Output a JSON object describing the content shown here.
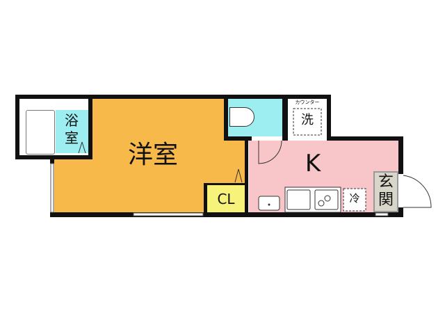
{
  "rooms": {
    "western": {
      "label": "洋室",
      "color": "#f7b94a"
    },
    "bath": {
      "label_line1": "浴",
      "label_line2": "室",
      "color": "#9ceef0"
    },
    "closet": {
      "label": "CL",
      "color": "#f6f27a"
    },
    "toilet": {
      "color": "#9ceef0"
    },
    "kitchen": {
      "label": "K",
      "color": "#f8c6c8"
    },
    "laundry": {
      "label": "洗",
      "counter_label": "カウンター"
    },
    "fridge": {
      "label": "冷"
    },
    "entrance": {
      "label_line1": "玄",
      "label_line2": "関",
      "color": "#d8d6c8"
    }
  }
}
